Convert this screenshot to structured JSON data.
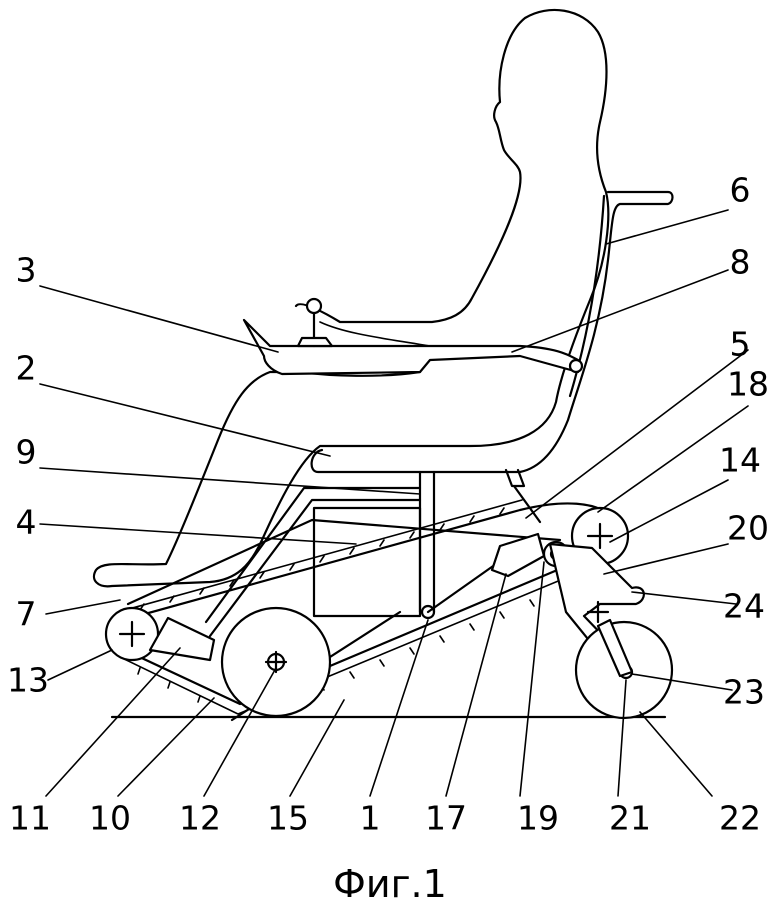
{
  "figure": {
    "caption": "Фиг.1",
    "labels": {
      "l1": "1",
      "l2": "2",
      "l3": "3",
      "l4": "4",
      "l5": "5",
      "l6": "6",
      "l7": "7",
      "l8": "8",
      "l9": "9",
      "l10": "10",
      "l11": "11",
      "l12": "12",
      "l13": "13",
      "l14": "14",
      "l15": "15",
      "l17": "17",
      "l18": "18",
      "l19": "19",
      "l20": "20",
      "l21": "21",
      "l22": "22",
      "l23": "23",
      "l24": "24"
    }
  }
}
